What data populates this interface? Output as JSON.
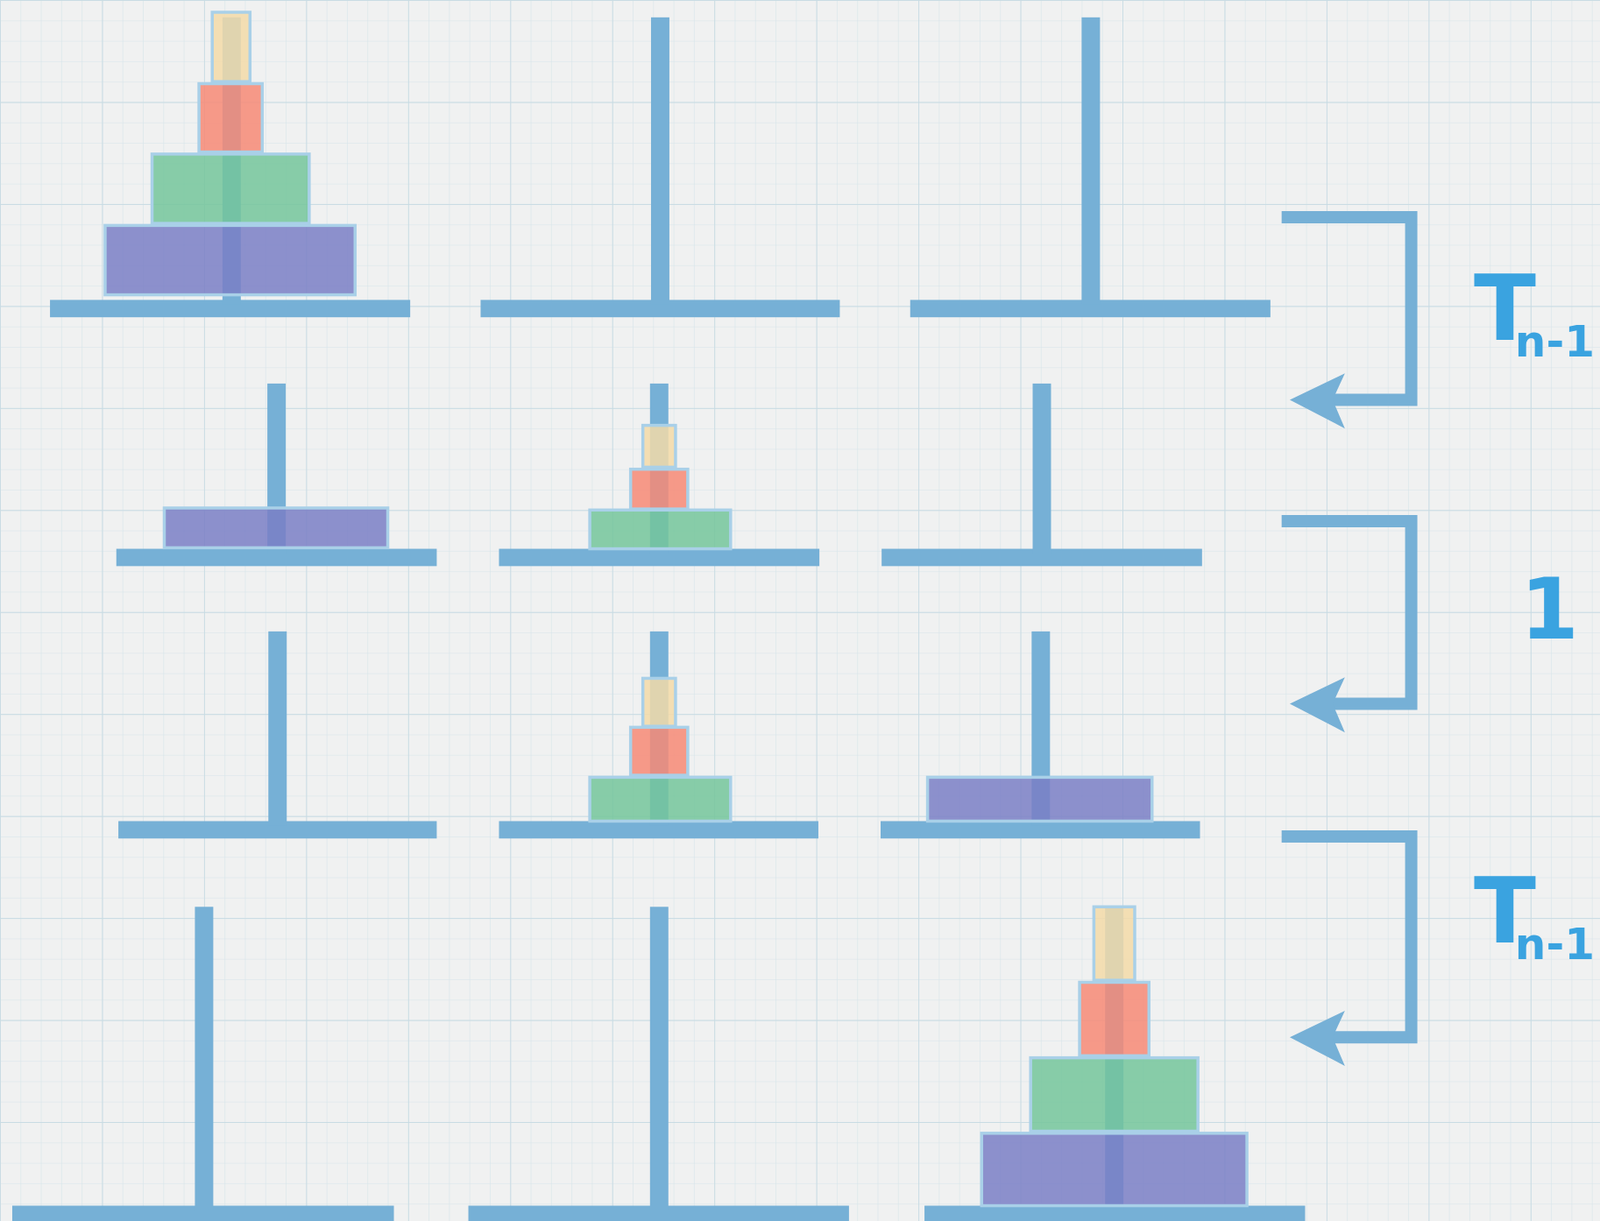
{
  "diagram": {
    "labels": [
      "T",
      "n-1",
      "1",
      "T",
      "n-1"
    ]
  }
}
